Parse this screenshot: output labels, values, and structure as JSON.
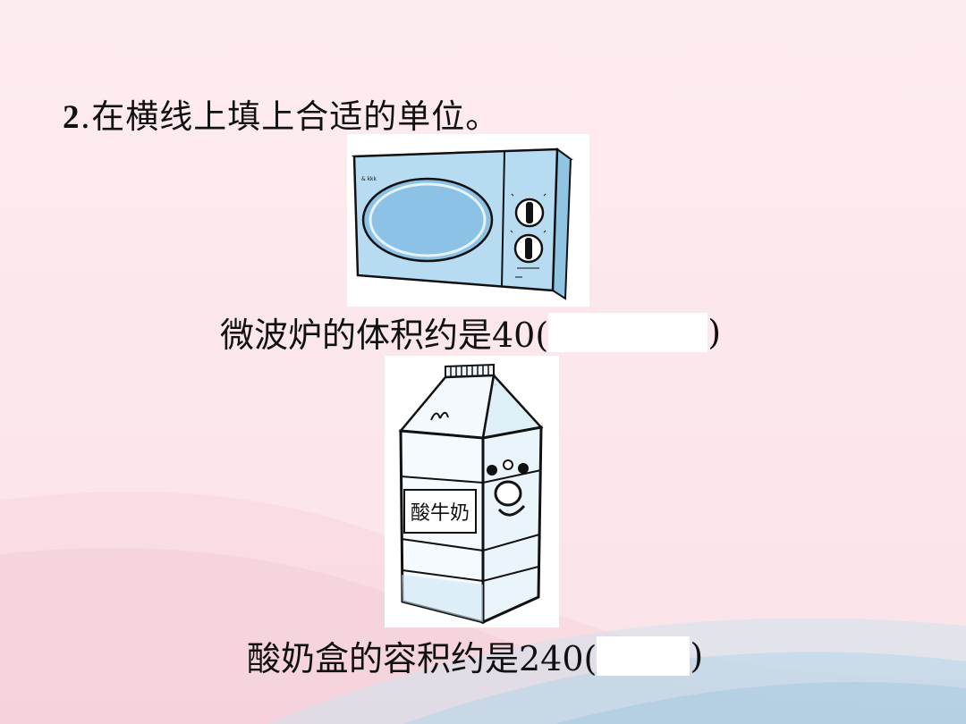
{
  "question": {
    "number": "2",
    "text": ".在横线上填上合适的单位。"
  },
  "microwave": {
    "brand_text": "& kkk",
    "sentence_prefix": "微波炉的体积约是40(",
    "sentence_suffix": ")"
  },
  "yogurt": {
    "label": "酸牛奶",
    "sentence_prefix": "酸奶盒的容积约是240(",
    "sentence_suffix": ")"
  }
}
